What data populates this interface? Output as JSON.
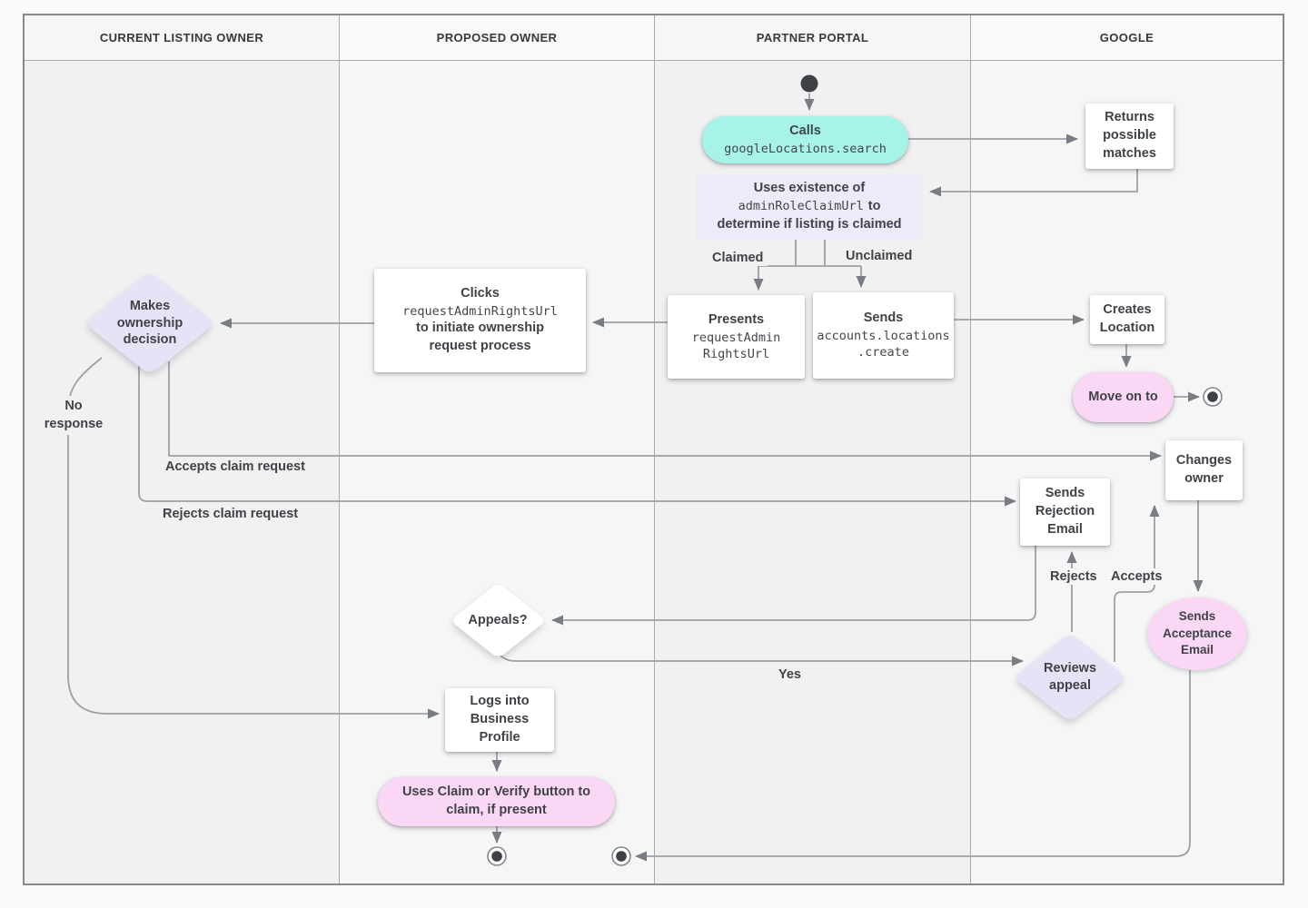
{
  "lanes": [
    "CURRENT LISTING OWNER",
    "PROPOSED OWNER",
    "PARTNER PORTAL",
    "GOOGLE"
  ],
  "nodes": {
    "calls_title": "Calls",
    "calls_code": "googleLocations.search",
    "returns_matches": "Returns possible matches",
    "uses_line1": "Uses existence of",
    "uses_code": "adminRoleClaimUrl",
    "uses_line2_suffix": "to",
    "uses_line3": "determine if listing is claimed",
    "presents_title": "Presents",
    "presents_code1": "requestAdmin",
    "presents_code2": "RightsUrl",
    "sends_title": "Sends",
    "sends_code1": "accounts.locations",
    "sends_code2": ".create",
    "clicks_title": "Clicks",
    "clicks_code": "requestAdminRightsUrl",
    "clicks_line3": "to initiate ownership",
    "clicks_line4": "request process",
    "makes_decision": "Makes ownership decision",
    "creates_location": "Creates Location",
    "move_on": "Move on to",
    "sends_rejection": "Sends Rejection Email",
    "changes_owner": "Changes owner",
    "appeals": "Appeals?",
    "reviews_appeal": "Reviews appeal",
    "sends_acceptance": "Sends Acceptance Email",
    "logs_into": "Logs into Business Profile",
    "uses_claim": "Uses Claim or Verify button to claim, if present"
  },
  "edge_labels": {
    "claimed": "Claimed",
    "unclaimed": "Unclaimed",
    "no_response": "No response",
    "accepts_claim": "Accepts claim request",
    "rejects_claim": "Rejects claim request",
    "rejects": "Rejects",
    "accepts": "Accepts",
    "yes": "Yes"
  },
  "colors": {
    "teal": "#A7F3EA",
    "purple_box": "#EFEAFA",
    "purple_diamond": "#E8E2F6",
    "pink": "#F9D7F5",
    "line": "#9CA1A7",
    "arrow": "#787D83",
    "text": "#3F4347"
  }
}
